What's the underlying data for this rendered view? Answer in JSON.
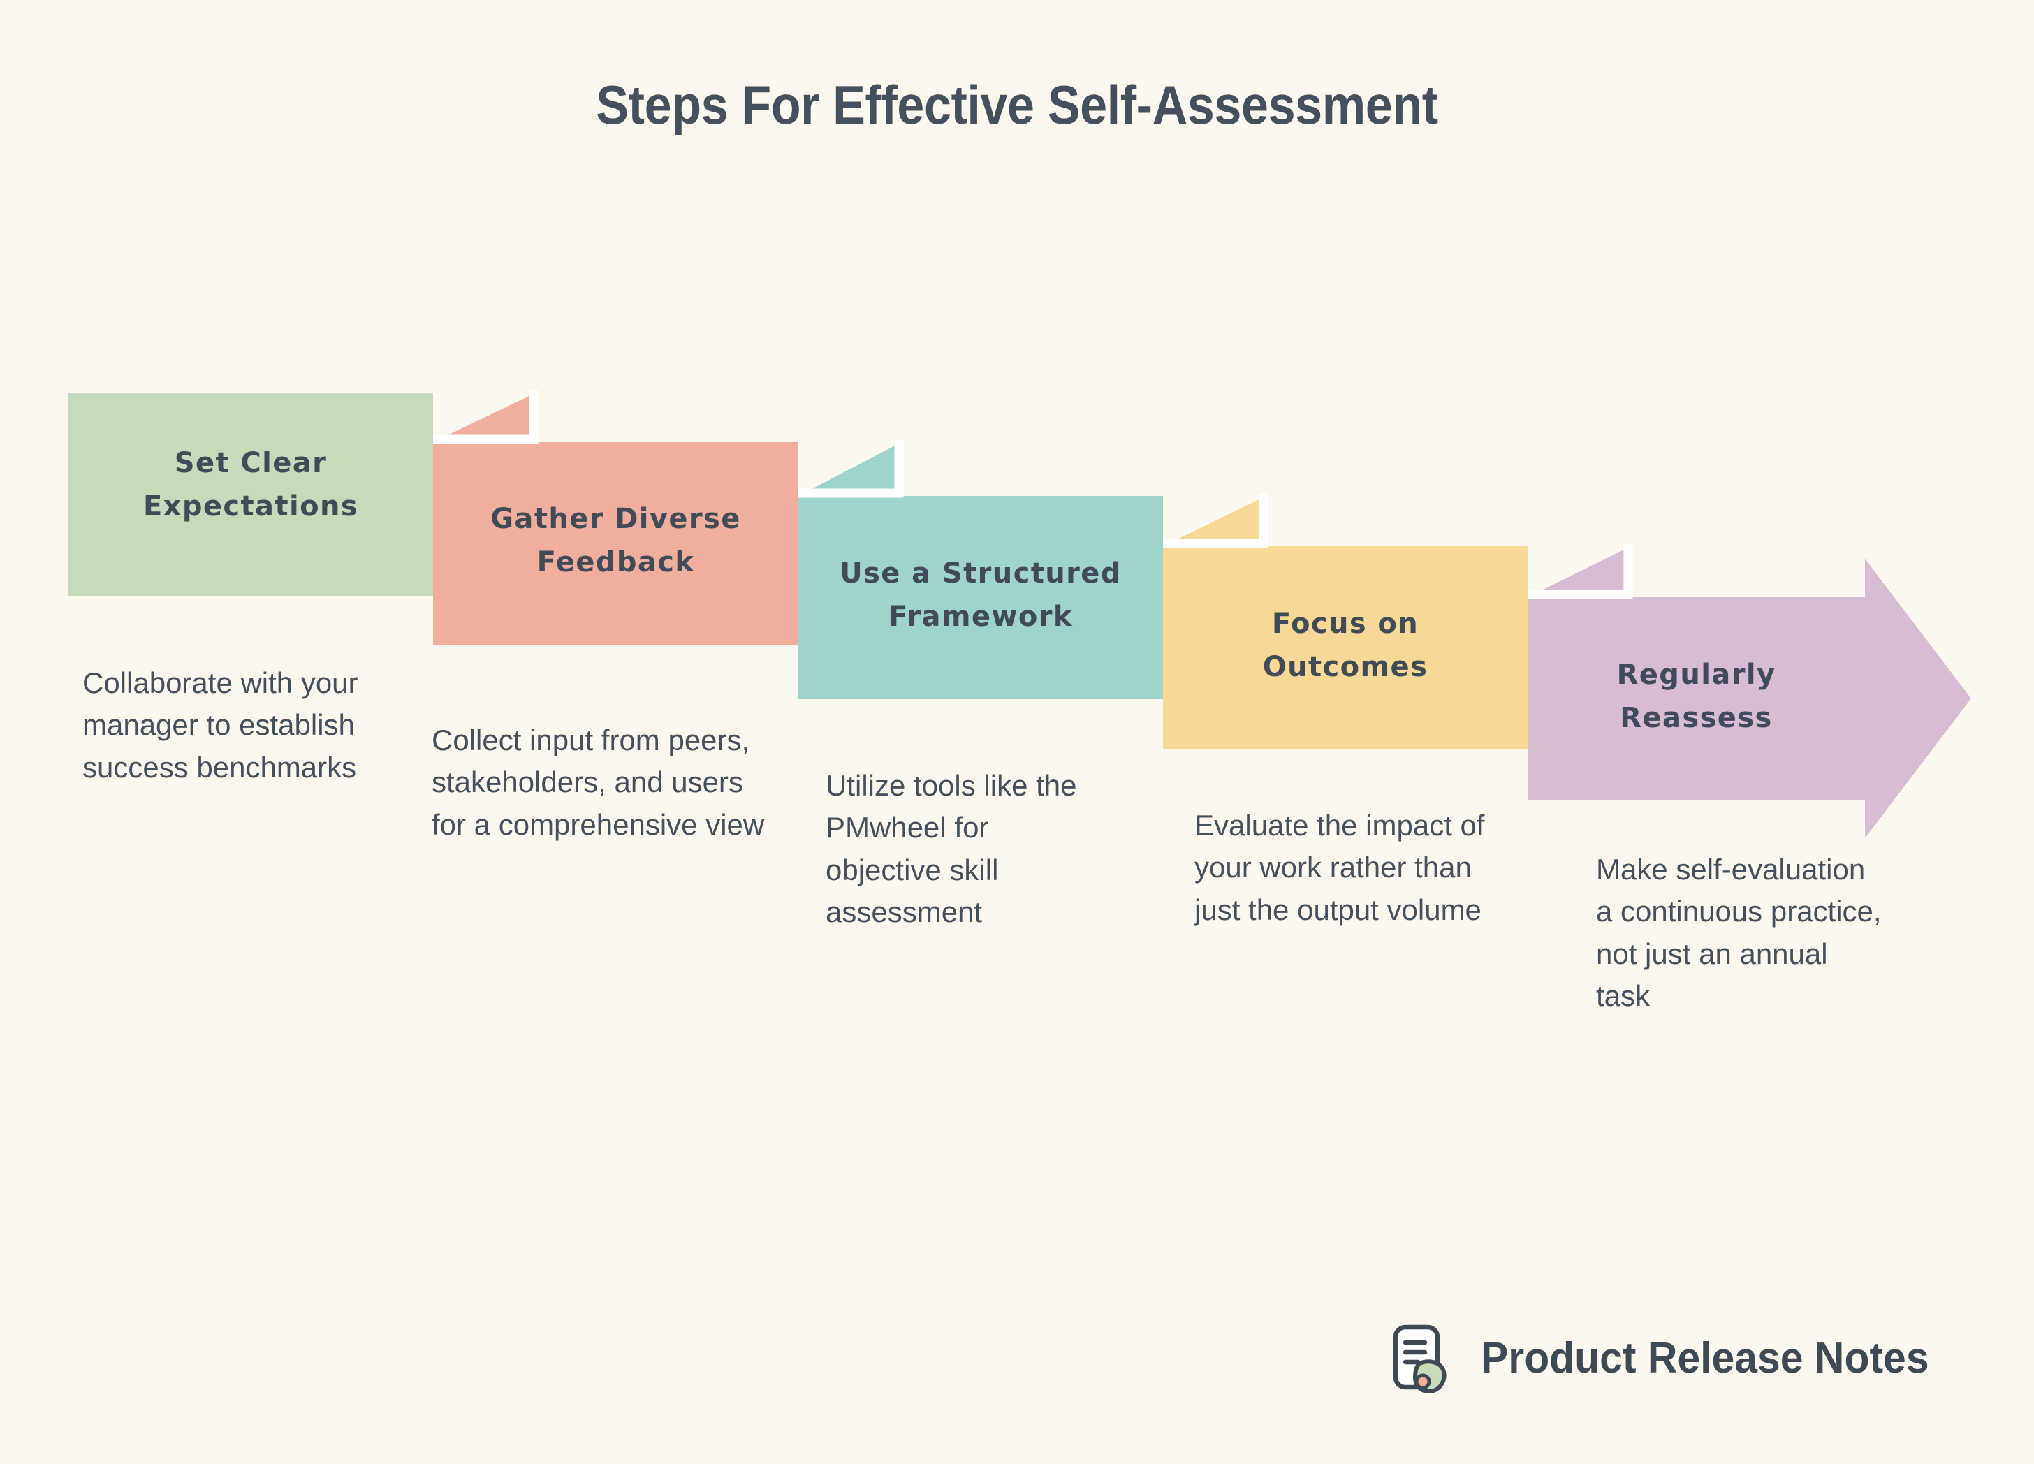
{
  "page": {
    "title": "Steps For Effective Self-Assessment",
    "background_color": "#FDF8EF",
    "text_color": "#46505C"
  },
  "steps": [
    {
      "index": 1,
      "label": "Set Clear\nExpectations",
      "label_line1": "Set Clear",
      "label_line2": "Expectations",
      "description": "Collaborate with your manager to establish success benchmarks",
      "color": "#C6DBBC"
    },
    {
      "index": 2,
      "label": "Gather Diverse\nFeedback",
      "label_line1": "Gather Diverse",
      "label_line2": "Feedback",
      "description": "Collect input from peers, stakeholders, and users for a comprehensive view",
      "color": "#F1AE9C"
    },
    {
      "index": 3,
      "label": "Use a Structured\nFramework",
      "label_line1": "Use a Structured",
      "label_line2": "Framework",
      "description": "Utilize tools like the PMwheel for objective skill assessment",
      "color": "#9ED4CC"
    },
    {
      "index": 4,
      "label": "Focus on\nOutcomes",
      "label_line1": "Focus on",
      "label_line2": "Outcomes",
      "description": "Evaluate the impact of your work rather than just the output volume",
      "color": "#F7D894"
    },
    {
      "index": 5,
      "label": "Regularly\nReassess",
      "label_line1": "Regularly",
      "label_line2": "Reassess",
      "description": "Make self-evaluation a continuous practice, not just an annual task",
      "color": "#D6BDD3"
    }
  ],
  "brand": {
    "name": "Product Release Notes",
    "icon": "document-notes-logo",
    "icon_colors": {
      "outline": "#3F4954",
      "page": "#FFFFFF",
      "tab": "#F7D894",
      "leaf": "#C6DBBC",
      "dot": "#F1AE9C"
    }
  }
}
